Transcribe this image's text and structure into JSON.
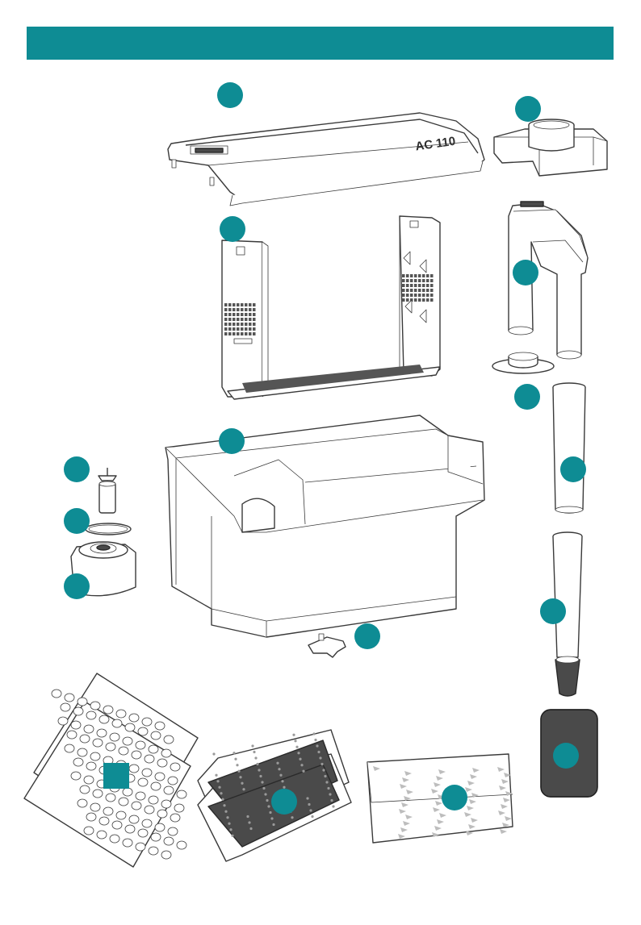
{
  "colors": {
    "accent": "#0e8c94",
    "line": "#3a3a3a",
    "page": "#ffffff"
  },
  "header": {
    "title": ""
  },
  "cover": {
    "brand_text": "AC 110"
  },
  "parts": [
    {
      "id": "lid",
      "icon": "filter-lid-icon"
    },
    {
      "id": "intake-cap",
      "icon": "intake-cap-icon"
    },
    {
      "id": "media-basket",
      "icon": "media-basket-icon"
    },
    {
      "id": "u-tube",
      "icon": "u-tube-icon"
    },
    {
      "id": "flow-disc",
      "icon": "flow-disc-icon"
    },
    {
      "id": "filter-box",
      "icon": "filter-box-icon"
    },
    {
      "id": "extension-tube",
      "icon": "extension-tube-icon"
    },
    {
      "id": "impeller",
      "icon": "impeller-icon"
    },
    {
      "id": "o-ring",
      "icon": "o-ring-icon"
    },
    {
      "id": "motor",
      "icon": "motor-icon"
    },
    {
      "id": "intake-tube",
      "icon": "intake-tube-icon"
    },
    {
      "id": "clip",
      "icon": "clip-icon"
    },
    {
      "id": "ceramic-rings-bag",
      "icon": "ceramic-rings-icon"
    },
    {
      "id": "carbon-bag",
      "icon": "carbon-bag-icon"
    },
    {
      "id": "foam-block",
      "icon": "foam-block-icon"
    },
    {
      "id": "prefilter-sponge",
      "icon": "prefilter-sponge-icon"
    }
  ]
}
